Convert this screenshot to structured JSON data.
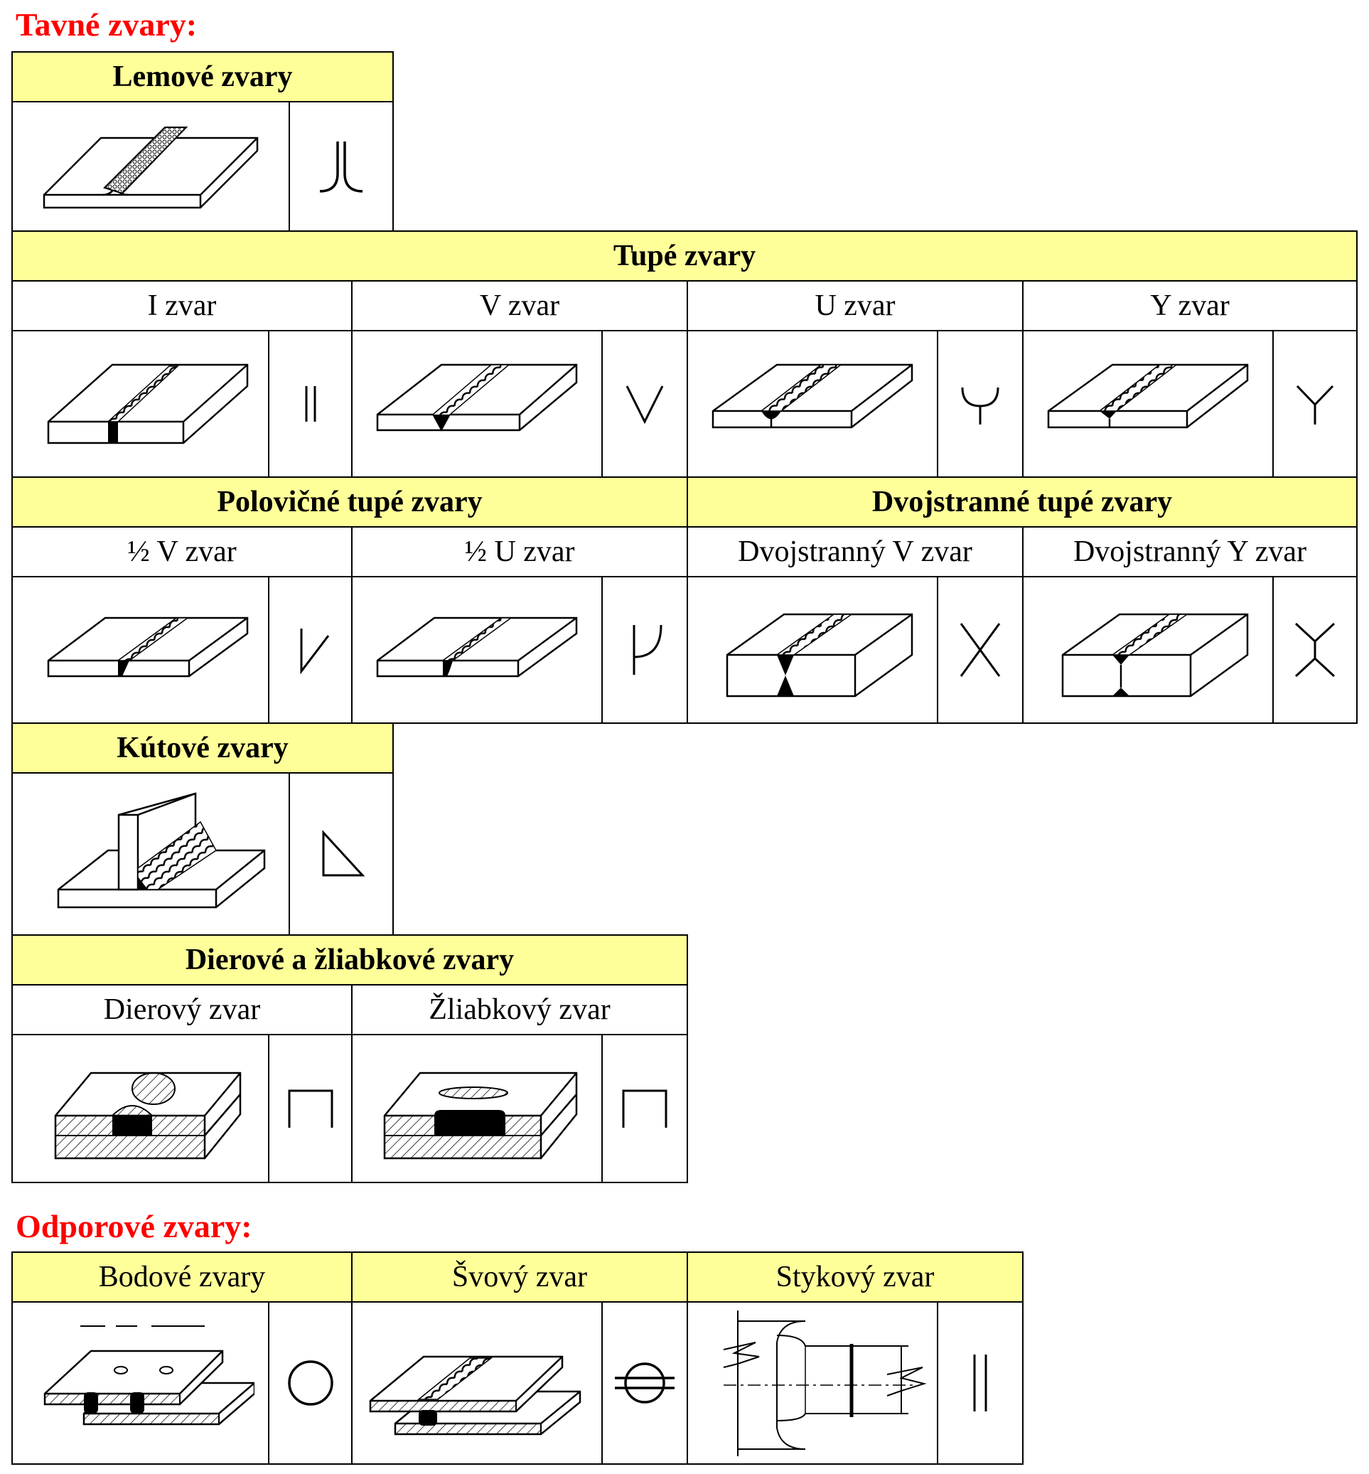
{
  "sections": {
    "fusion_title": "Tavné zvary:",
    "resistance_title": "Odporové zvary:"
  },
  "fusion": {
    "edge": {
      "title": "Lemové zvary"
    },
    "butt": {
      "title": "Tupé zvary",
      "types": [
        "I zvar",
        "V zvar",
        "U zvar",
        "Y zvar"
      ]
    },
    "half_butt": {
      "title": "Polovičné tupé zvary",
      "types": [
        "½ V zvar",
        "½ U zvar"
      ]
    },
    "double_butt": {
      "title": "Dvojstranné tupé zvary",
      "types": [
        "Dvojstranný V zvar",
        "Dvojstranný Y zvar"
      ]
    },
    "fillet": {
      "title": "Kútové zvary"
    },
    "plug": {
      "title": "Dierové a žliabkové zvary",
      "types": [
        "Dierový zvar",
        "Žliabkový zvar"
      ]
    }
  },
  "resistance": {
    "types": [
      "Bodové zvary",
      "Švový zvar",
      "Stykový zvar"
    ]
  },
  "colors": {
    "header_bg": "#ffff99",
    "section_title": "#ff0000",
    "border": "#000000"
  }
}
